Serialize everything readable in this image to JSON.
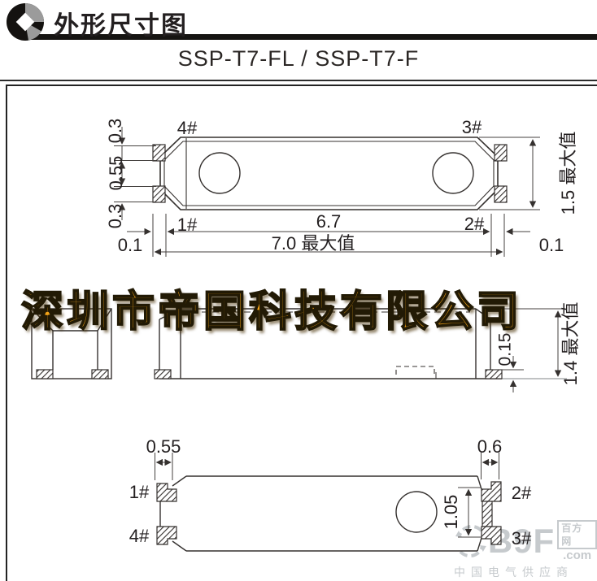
{
  "header": {
    "title": "外形尺寸图"
  },
  "subtitle": "SSP-T7-FL / SSP-T7-F",
  "top_view": {
    "pin4": "4#",
    "pin3": "3#",
    "pin1": "1#",
    "pin2": "2#",
    "dim_pad_top": "0.3",
    "dim_pad_gap": "0.55",
    "dim_pad_bottom": "0.3",
    "dim_margin_left": "0.1",
    "dim_margin_right": "0.1",
    "dim_inner_length": "6.7",
    "dim_total_length": "7.0 最大值",
    "dim_total_width": "1.5 最大值"
  },
  "side_view": {
    "dim_pad_thickness": "0.15",
    "dim_total_height": "1.4 最大值"
  },
  "bottom_view": {
    "pin1": "1#",
    "pin4": "4#",
    "pin2": "2#",
    "pin3": "3#",
    "dim_pad_left": "0.55",
    "dim_pad_right": "0.6",
    "dim_pad_span": "1.05"
  },
  "watermark": {
    "company": "深圳市帝国科技有限公司"
  },
  "site_watermark": {
    "brand": "B9F",
    "box": "百方网",
    "domain": ".com",
    "slogan": "中国电气供应商"
  },
  "colors": {
    "ink": "#231f20",
    "line": "#3a3836",
    "gold": "#f2a318",
    "watermark_gray": "#c6cacd"
  }
}
